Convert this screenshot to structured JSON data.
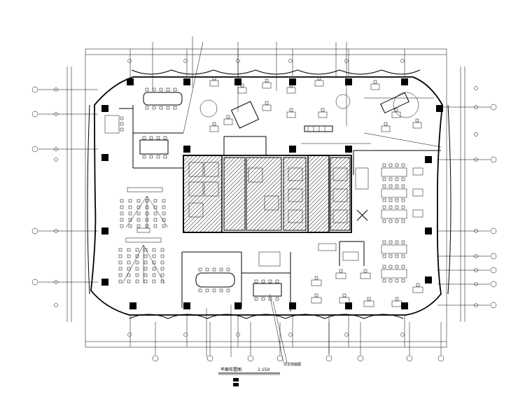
{
  "drawing": {
    "title_label": "平面布置图",
    "scale_label": "1:150",
    "legend_lines": [
      "",
      ""
    ]
  },
  "annotations": {
    "bottom_note": "详见剖面图"
  }
}
